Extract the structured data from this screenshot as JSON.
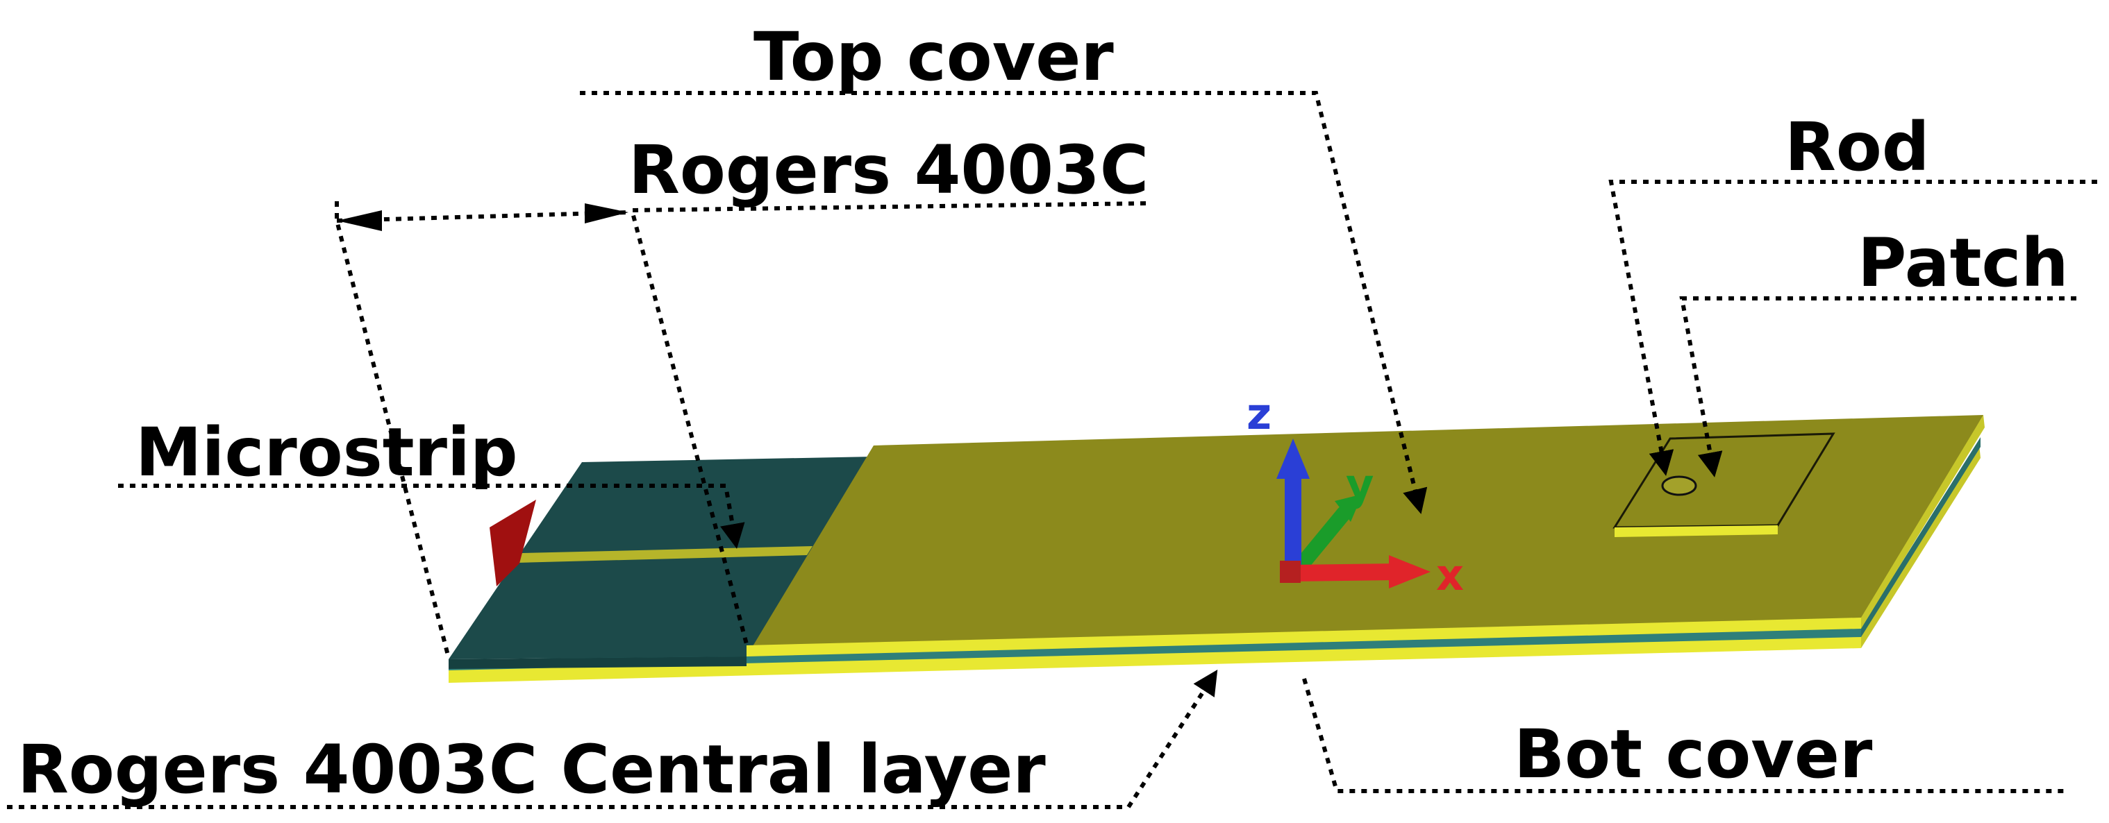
{
  "labels": {
    "top_cover": "Top cover",
    "rogers_top": "Rogers 4003C",
    "rod": "Rod",
    "patch": "Patch",
    "microstrip": "Microstrip",
    "central_layer": "Rogers 4003C Central layer",
    "bot_cover": "Bot cover"
  },
  "axes": {
    "x": "x",
    "y": "y",
    "z": "z"
  },
  "colors": {
    "cover_olive": "#8c8a1c",
    "cover_yellow": "#e8e832",
    "substrate_teal": "#1c4a4a",
    "central_teal": "#2f7f7a",
    "port_red": "#a01010",
    "axis_x": "#e0242a",
    "axis_y": "#1a9c2a",
    "axis_z": "#2a3fd6"
  }
}
